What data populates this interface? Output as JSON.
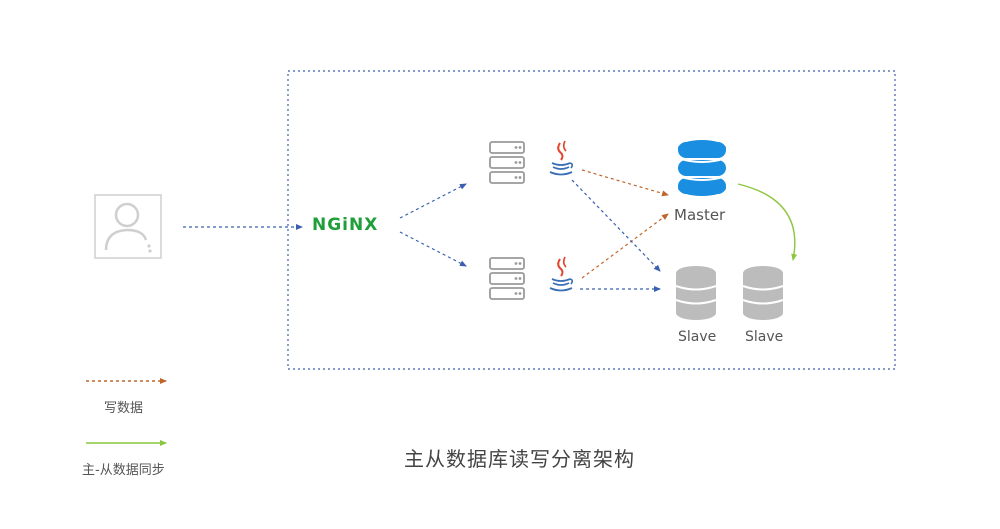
{
  "diagram": {
    "caption": "主从数据库读写分离架构",
    "nginx_label": "NGiNX",
    "master_label": "Master",
    "slaves": [
      {
        "label": "Slave"
      },
      {
        "label": "Slave"
      }
    ],
    "legend": [
      {
        "label": "写数据",
        "color": "#c0652a"
      },
      {
        "label": "主-从数据同步",
        "color": "#8cc63f"
      }
    ],
    "colors": {
      "blue_arrow": "#3a5fb0",
      "write_arrow": "#c0652a",
      "sync_arrow": "#8cc63f",
      "master_db": "#1a8ee0",
      "slave_db": "#bcbcbc",
      "nginx": "#1f9e3a",
      "frame": "#3a5fb0"
    },
    "icons": [
      "user-icon",
      "server-icon",
      "java-icon",
      "database-icon"
    ]
  }
}
